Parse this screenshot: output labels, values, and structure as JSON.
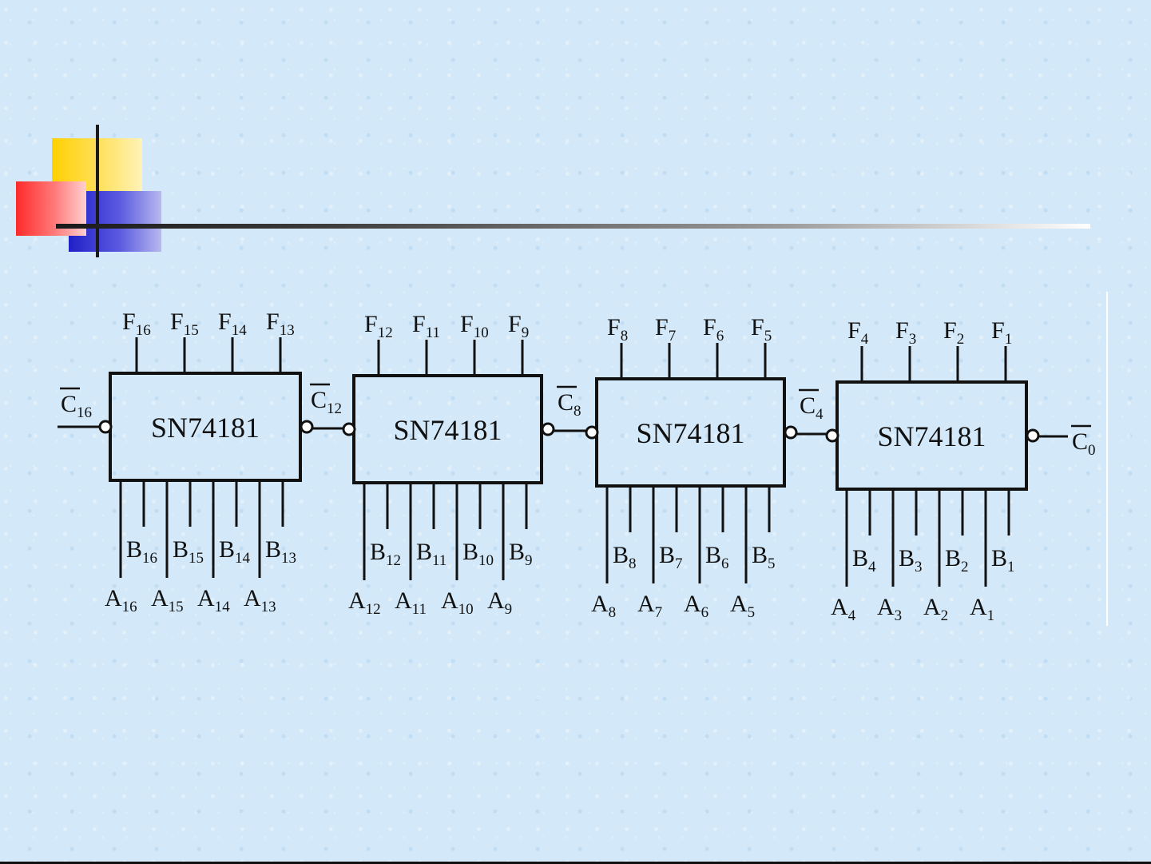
{
  "chips": [
    {
      "label": "SN74181",
      "f": [
        [
          "F",
          "16"
        ],
        [
          "F",
          "15"
        ],
        [
          "F",
          "14"
        ],
        [
          "F",
          "13"
        ]
      ],
      "a": [
        [
          "A",
          "16"
        ],
        [
          "A",
          "15"
        ],
        [
          "A",
          "14"
        ],
        [
          "A",
          "13"
        ]
      ],
      "b": [
        [
          "B",
          "16"
        ],
        [
          "B",
          "15"
        ],
        [
          "B",
          "14"
        ],
        [
          "B",
          "13"
        ]
      ]
    },
    {
      "label": "SN74181",
      "f": [
        [
          "F",
          "12"
        ],
        [
          "F",
          "11"
        ],
        [
          "F",
          "10"
        ],
        [
          "F",
          "9"
        ]
      ],
      "a": [
        [
          "A",
          "12"
        ],
        [
          "A",
          "11"
        ],
        [
          "A",
          "10"
        ],
        [
          "A",
          "9"
        ]
      ],
      "b": [
        [
          "B",
          "12"
        ],
        [
          "B",
          "11"
        ],
        [
          "B",
          "10"
        ],
        [
          "B",
          "9"
        ]
      ]
    },
    {
      "label": "SN74181",
      "f": [
        [
          "F",
          "8"
        ],
        [
          "F",
          "7"
        ],
        [
          "F",
          "6"
        ],
        [
          "F",
          "5"
        ]
      ],
      "a": [
        [
          "A",
          "8"
        ],
        [
          "A",
          "7"
        ],
        [
          "A",
          "6"
        ],
        [
          "A",
          "5"
        ]
      ],
      "b": [
        [
          "B",
          "8"
        ],
        [
          "B",
          "7"
        ],
        [
          "B",
          "6"
        ],
        [
          "B",
          "5"
        ]
      ]
    },
    {
      "label": "SN74181",
      "f": [
        [
          "F",
          "4"
        ],
        [
          "F",
          "3"
        ],
        [
          "F",
          "2"
        ],
        [
          "F",
          "1"
        ]
      ],
      "a": [
        [
          "A",
          "4"
        ],
        [
          "A",
          "3"
        ],
        [
          "A",
          "2"
        ],
        [
          "A",
          "1"
        ]
      ],
      "b": [
        [
          "B",
          "4"
        ],
        [
          "B",
          "3"
        ],
        [
          "B",
          "2"
        ],
        [
          "B",
          "1"
        ]
      ]
    }
  ],
  "carries": [
    [
      "C",
      "16"
    ],
    [
      "C",
      "12"
    ],
    [
      "C",
      "8"
    ],
    [
      "C",
      "4"
    ],
    [
      "C",
      "0"
    ]
  ],
  "colors": {
    "yellow": "#ffd000",
    "red": "#ff2a2a",
    "blue": "#2020c8",
    "ink": "#111111",
    "background": "#d3e8f8"
  }
}
